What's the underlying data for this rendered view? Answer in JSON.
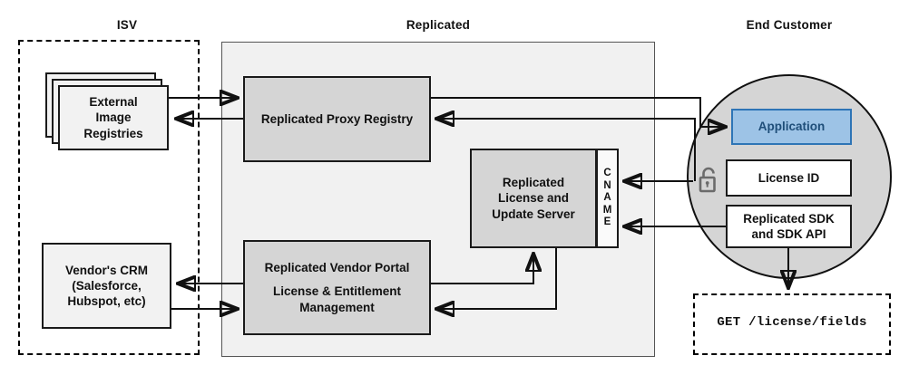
{
  "columns": [
    {
      "id": "isv",
      "title": "ISV"
    },
    {
      "id": "replicated",
      "title": "Replicated"
    },
    {
      "id": "end_customer",
      "title": "End Customer"
    }
  ],
  "isv": {
    "registries": {
      "label": "External\nImage\nRegistries",
      "line1": "External",
      "line2": "Image",
      "line3": "Registries",
      "stack_count": 3
    },
    "crm": {
      "line1": "Vendor's CRM",
      "line2": "(Salesforce,",
      "line3": "Hubspot, etc)"
    }
  },
  "replicated": {
    "proxy_registry": {
      "label": "Replicated Proxy Registry"
    },
    "license_server": {
      "line1": "Replicated",
      "line2": "License and",
      "line3": "Update Server"
    },
    "cname": {
      "label": "CNAME",
      "letters": [
        "C",
        "N",
        "A",
        "M",
        "E"
      ]
    },
    "vendor_portal": {
      "line1": "Replicated Vendor Portal",
      "line2": "License & Entitlement",
      "line3": "Management"
    }
  },
  "end_customer": {
    "application": {
      "label": "Application"
    },
    "license_id": {
      "label": "License ID"
    },
    "sdk": {
      "line1": "Replicated SDK",
      "line2": "and SDK API"
    },
    "unlock_icon": "unlock-icon",
    "api_call": {
      "label": "GET /license/fields"
    }
  },
  "colors": {
    "panel_fill": "#f1f1f1",
    "node_grey": "#d5d5d5",
    "node_light": "#f2f2f2",
    "app_blue_fill": "#9dc3e6",
    "app_blue_border": "#2e75b6",
    "app_blue_text": "#1f4e79",
    "stroke": "#111111",
    "circle_fill": "#d5d5d5"
  }
}
